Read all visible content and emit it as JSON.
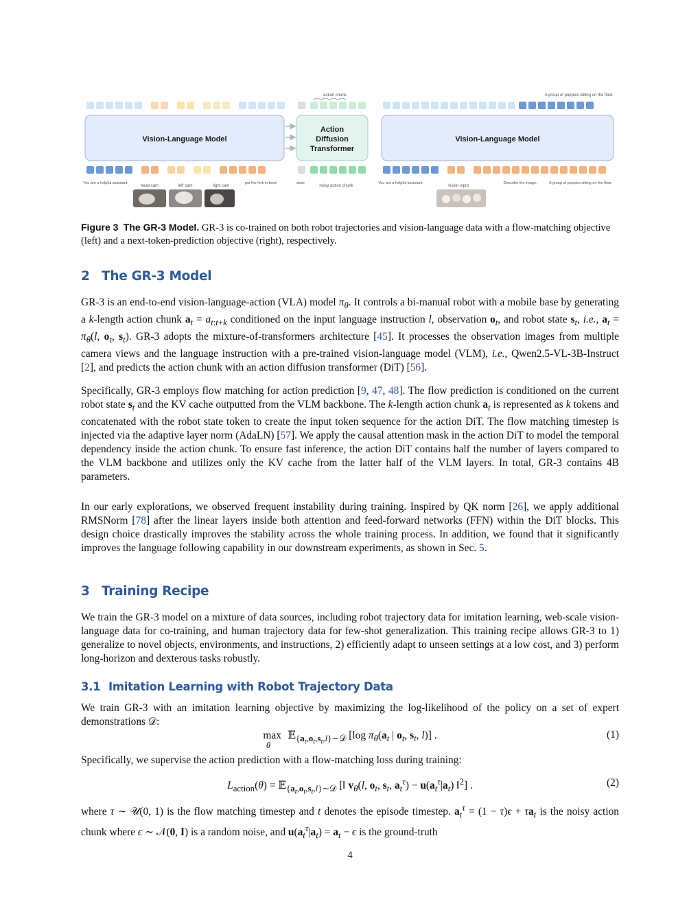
{
  "figure": {
    "vlm_left_label": "Vision-Language Model",
    "vlm_right_label": "Vision-Language Model",
    "dit_label_1": "Action",
    "dit_label_2": "Diffusion",
    "dit_label_3": "Transformer",
    "action_chunk_label": "action chunk",
    "right_output_label": "A group of puppies sitting on the floor.",
    "left_bottom_labels": [
      "You are a helpful assistant.",
      "head cam",
      "left cam",
      "right cam",
      "put the fork in bowl",
      "state",
      "noisy action chunk"
    ],
    "right_bottom_labels": [
      "You are a helpful assistant.",
      "vision input",
      "Describe the image.",
      "A group of puppies sitting on the floor."
    ]
  },
  "caption": {
    "label": "Figure 3",
    "title": "The GR-3 Model.",
    "text": "GR-3 is co-trained on both robot trajectories and vision-language data with a flow-matching objective (left) and a next-token-prediction objective (right), respectively."
  },
  "section2": {
    "num": "2",
    "title": "The GR-3 Model"
  },
  "section3": {
    "num": "3",
    "title": "Training Recipe"
  },
  "section31": {
    "num": "3.1",
    "title": "Imitation Learning with Robot Trajectory Data"
  },
  "page_number": "4"
}
